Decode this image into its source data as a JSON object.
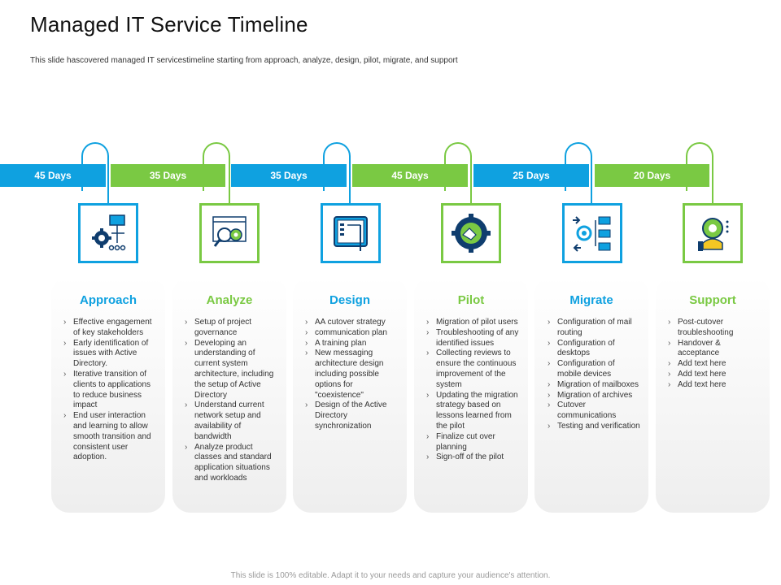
{
  "title": "Managed IT Service Timeline",
  "subtitle": "This slide hascovered managed IT servicestimeline starting from approach, analyze, design, pilot, migrate, and support",
  "footer": "This slide is 100% editable. Adapt it to your needs and capture your audience's attention.",
  "colors": {
    "blue": "#0fa1e0",
    "green": "#7ac943"
  },
  "durations": [
    "45 Days",
    "35 Days",
    "35 Days",
    "45 Days",
    "25 Days",
    "20 Days"
  ],
  "phases": [
    {
      "name": "Approach",
      "icon": "gear-flowchart-icon",
      "items": [
        "Effective engagement of key stakeholders",
        "Early identification of issues with Active Directory.",
        "Iterative transition of clients to applications to reduce business impact",
        "End user interaction and learning to allow smooth transition and consistent user adoption."
      ]
    },
    {
      "name": "Analyze",
      "icon": "magnifier-gear-icon",
      "items": [
        "Setup of project governance",
        "Developing an understanding of current system architecture, including the setup of Active Directory",
        "Understand current network setup and availability of bandwidth",
        "Analyze product classes and standard application situations and workloads"
      ]
    },
    {
      "name": "Design",
      "icon": "design-tablet-icon",
      "items": [
        "AA cutover strategy",
        " communication plan",
        "A training plan",
        "New messaging architecture design including possible options for \"coexistence\"",
        "Design of the Active Directory synchronization"
      ]
    },
    {
      "name": "Pilot",
      "icon": "handshake-gear-icon",
      "items": [
        "Migration of pilot users",
        "Troubleshooting of any identified issues",
        "Collecting reviews to ensure the continuous improvement of the system",
        "Updating the migration strategy based on lessons learned from the pilot",
        "Finalize cut over planning",
        "Sign-off of the pilot"
      ]
    },
    {
      "name": "Migrate",
      "icon": "gear-folders-icon",
      "items": [
        "Configuration of mail routing",
        "Configuration of desktops",
        "Configuration of mobile devices",
        "Migration of mailboxes",
        "Migration of archives",
        "Cutover communications",
        "Testing and verification"
      ]
    },
    {
      "name": "Support",
      "icon": "support-gear-icon",
      "items": [
        "Post-cutover troubleshooting",
        "Handover & acceptance",
        "Add text here",
        "Add text here",
        "Add text here"
      ]
    }
  ]
}
